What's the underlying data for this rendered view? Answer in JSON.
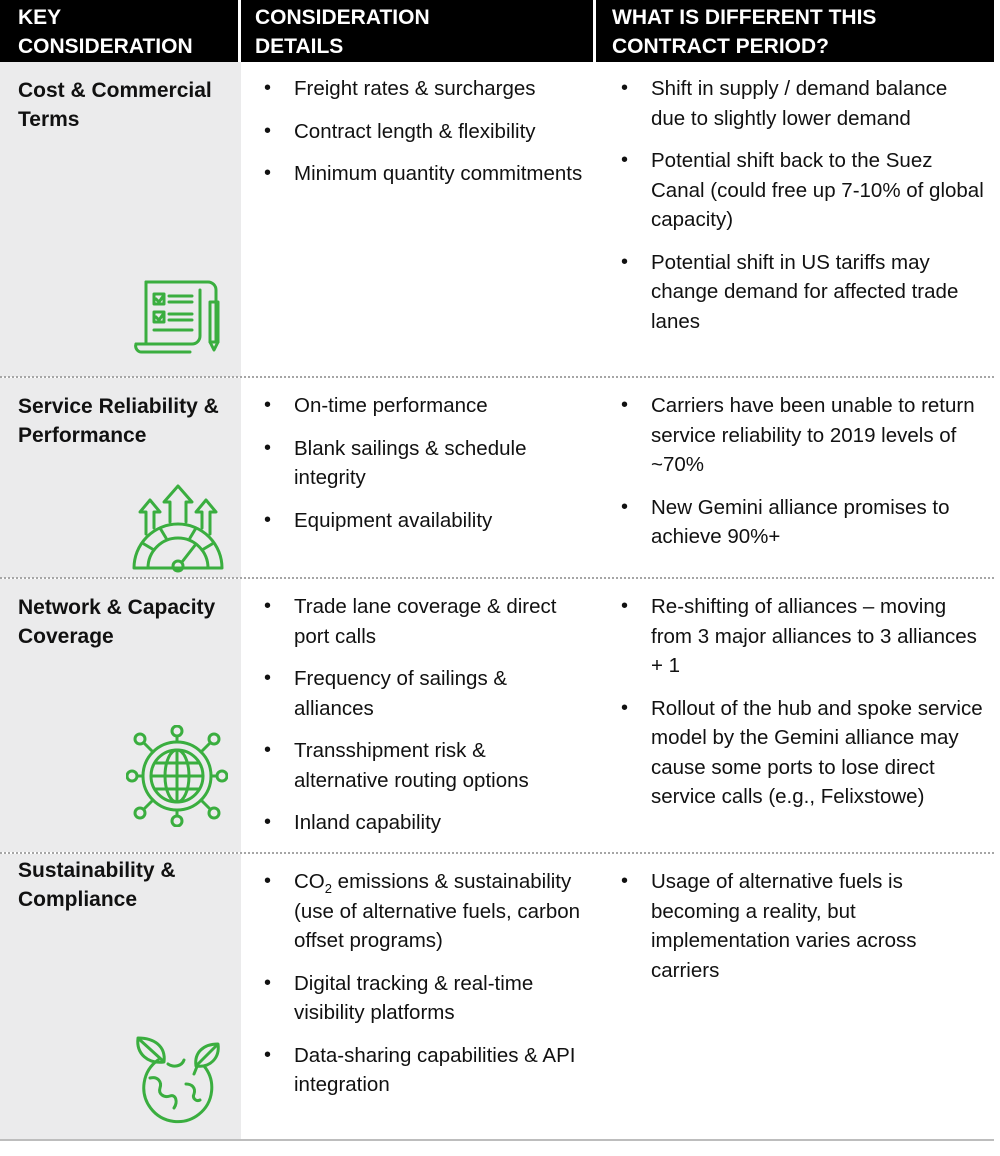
{
  "header": {
    "col1": "KEY\nCONSIDERATION",
    "col2": "CONSIDERATION\nDETAILS",
    "col3": "WHAT IS DIFFERENT THIS\nCONTRACT PERIOD?"
  },
  "colors": {
    "header_bg": "#000000",
    "category_bg": "#ebebec",
    "icon_green": "#3aae3f",
    "separator": "#a6a6a6"
  },
  "rows": [
    {
      "category": "Cost & Commercial Terms",
      "icon": "contract-checklist-icon",
      "details": [
        "Freight rates & surcharges",
        "Contract length & flexibility",
        "Minimum quantity commitments"
      ],
      "differences": [
        "Shift in supply / demand balance due to slightly lower demand",
        "Potential shift back to the Suez Canal (could free up 7-10% of global capacity)",
        "Potential shift in US tariffs may change demand for affected trade lanes"
      ]
    },
    {
      "category": "Service Reliability & Performance",
      "icon": "performance-gauge-icon",
      "details": [
        "On-time performance",
        "Blank sailings & schedule integrity",
        "Equipment availability"
      ],
      "differences": [
        "Carriers have been unable to return service reliability to 2019 levels of ~70%",
        "New Gemini alliance promises to achieve 90%+"
      ]
    },
    {
      "category": "Network & Capacity Coverage",
      "icon": "globe-network-icon",
      "details": [
        "Trade lane coverage & direct port calls",
        "Frequency of sailings & alliances",
        "Transshipment risk & alternative routing options",
        "Inland capability"
      ],
      "differences": [
        "Re-shifting of alliances – moving from 3 major alliances to 3 alliances + 1",
        "Rollout of the hub and spoke service model by the Gemini alliance may cause some ports to lose direct service calls (e.g., Felixstowe)"
      ]
    },
    {
      "category": "Sustainability & Compliance",
      "icon": "eco-globe-leaves-icon",
      "details": {
        "d0_pre": "CO",
        "d0_sub": "2",
        "d0_post": " emissions & sustainability (use of alternative fuels, carbon offset programs)",
        "d1": "Digital tracking & real-time visibility platforms",
        "d2": "Data-sharing capabilities & API integration"
      },
      "differences": [
        "Usage of alternative fuels is becoming a reality, but implementation varies across carriers"
      ]
    }
  ]
}
